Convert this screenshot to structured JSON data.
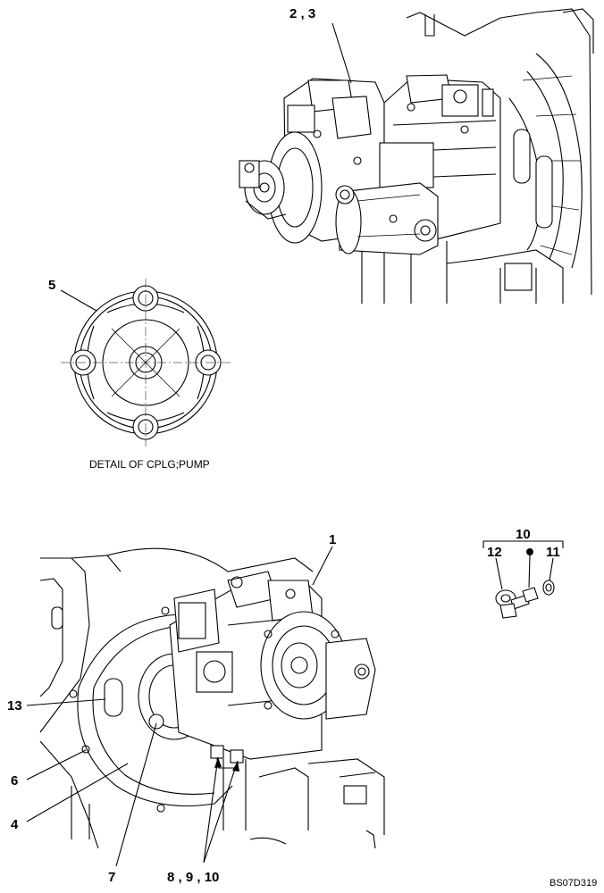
{
  "callouts": {
    "c_2_3": "2 , 3",
    "c_5": "5",
    "c_1": "1",
    "c_10": "10",
    "c_12": "12",
    "c_11": "11",
    "c_13": "13",
    "c_6": "6",
    "c_4": "4",
    "c_7": "7",
    "c_8_9_10": "8 , 9 , 10"
  },
  "detail_caption": "DETAIL OF CPLG;PUMP",
  "reference_code": "BS07D319"
}
